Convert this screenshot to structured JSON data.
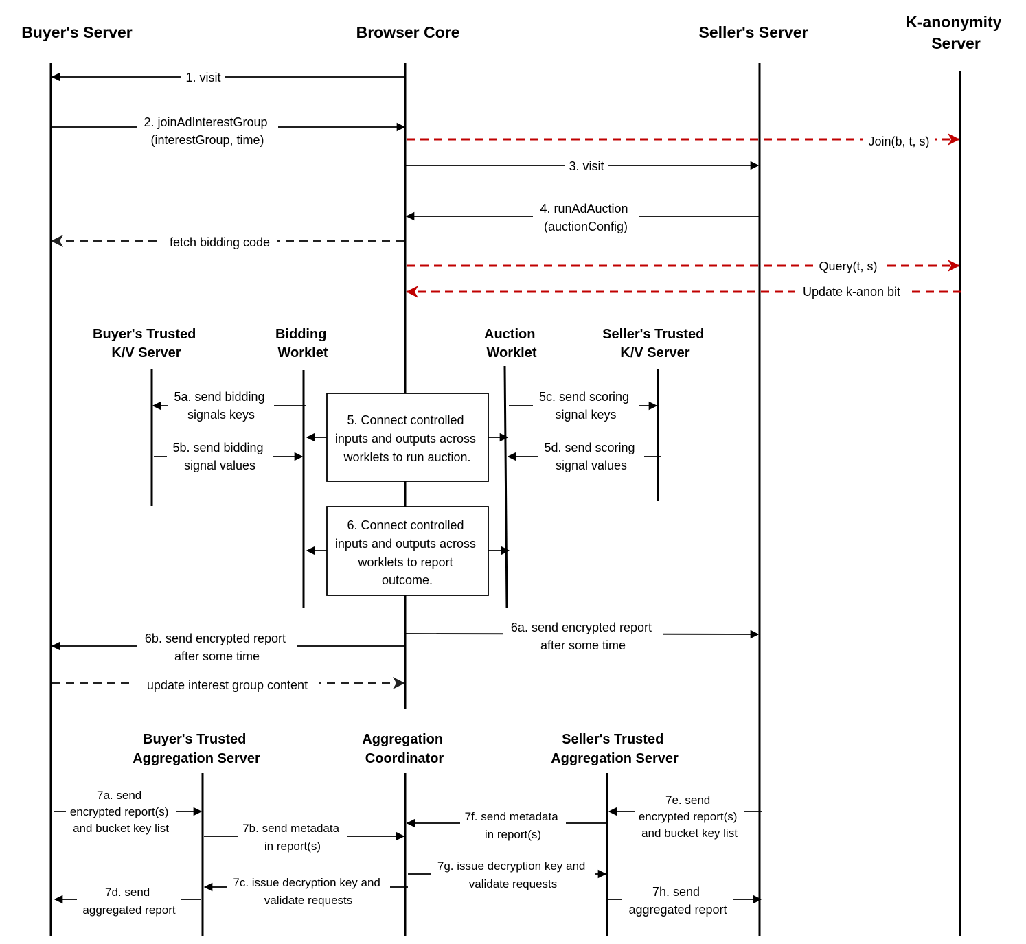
{
  "colors": {
    "line": "#000000",
    "dashed_black": "#222222",
    "dashed_red": "#c00000"
  },
  "participants": {
    "buyer_server": [
      "Buyer's Server"
    ],
    "browser_core": [
      "Browser Core"
    ],
    "seller_server": [
      "Seller's Server"
    ],
    "kanon_server": [
      "K-anonymity",
      "Server"
    ],
    "buyer_kv": [
      "Buyer's Trusted",
      "K/V Server"
    ],
    "bidding_worklet": [
      "Bidding",
      "Worklet"
    ],
    "auction_worklet": [
      "Auction",
      "Worklet"
    ],
    "seller_kv": [
      "Seller's Trusted",
      "K/V Server"
    ],
    "buyer_agg": [
      "Buyer's Trusted",
      "Aggregation Server"
    ],
    "agg_coordinator": [
      "Aggregation",
      "Coordinator"
    ],
    "seller_agg": [
      "Seller's Trusted",
      "Aggregation Server"
    ]
  },
  "messages": {
    "m1": [
      "1. visit"
    ],
    "m2": [
      "2. joinAdInterestGroup",
      "(interestGroup, time)"
    ],
    "m_join": [
      "Join(b, t, s)"
    ],
    "m3": [
      "3. visit"
    ],
    "m4": [
      "4. runAdAuction",
      "(auctionConfig)"
    ],
    "m_fetch": [
      "fetch bidding code"
    ],
    "m_query": [
      "Query(t, s)"
    ],
    "m_update_kanon": [
      "Update k-anon bit"
    ],
    "m5a": [
      "5a. send bidding",
      "signals keys"
    ],
    "m5b": [
      "5b. send bidding",
      "signal values"
    ],
    "m5c": [
      "5c. send scoring",
      "signal keys"
    ],
    "m5d": [
      "5d. send scoring",
      "signal values"
    ],
    "m6a": [
      "6a. send encrypted report",
      "after some time"
    ],
    "m6b": [
      "6b. send encrypted report",
      "after some time"
    ],
    "m_update_ig": [
      "update interest group content"
    ],
    "m7a": [
      "7a. send",
      "encrypted report(s)",
      "and bucket key list"
    ],
    "m7b": [
      "7b. send metadata",
      "in report(s)"
    ],
    "m7c": [
      "7c. issue decryption key and",
      "validate requests"
    ],
    "m7d": [
      "7d. send",
      "aggregated report"
    ],
    "m7e": [
      "7e. send",
      "encrypted report(s)",
      "and bucket key list"
    ],
    "m7f": [
      "7f. send metadata",
      "in report(s)"
    ],
    "m7g": [
      "7g. issue decryption key and",
      "validate requests"
    ],
    "m7h": [
      "7h. send",
      "aggregated report"
    ]
  },
  "boxes": {
    "step5": [
      "5. Connect controlled",
      "inputs and outputs across",
      "worklets to run auction."
    ],
    "step6": [
      "6. Connect controlled",
      "inputs and outputs across",
      "worklets to report",
      "outcome."
    ]
  }
}
